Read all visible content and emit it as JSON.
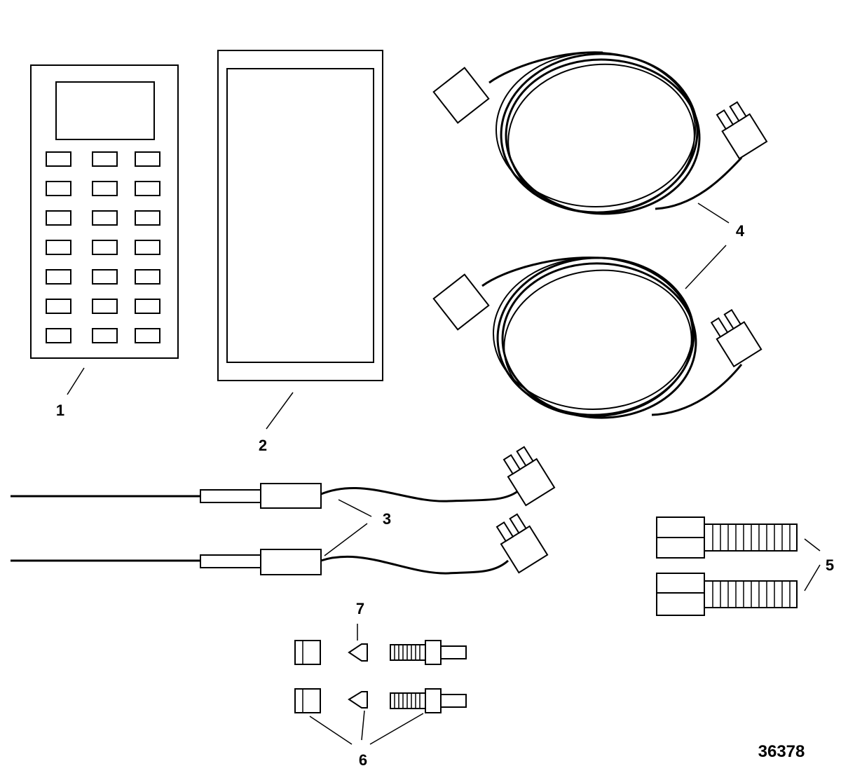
{
  "callouts": {
    "c1": "1",
    "c2": "2",
    "c3": "3",
    "c4": "4",
    "c5": "5",
    "c6": "6",
    "c7": "7"
  },
  "figure_number": "36378"
}
